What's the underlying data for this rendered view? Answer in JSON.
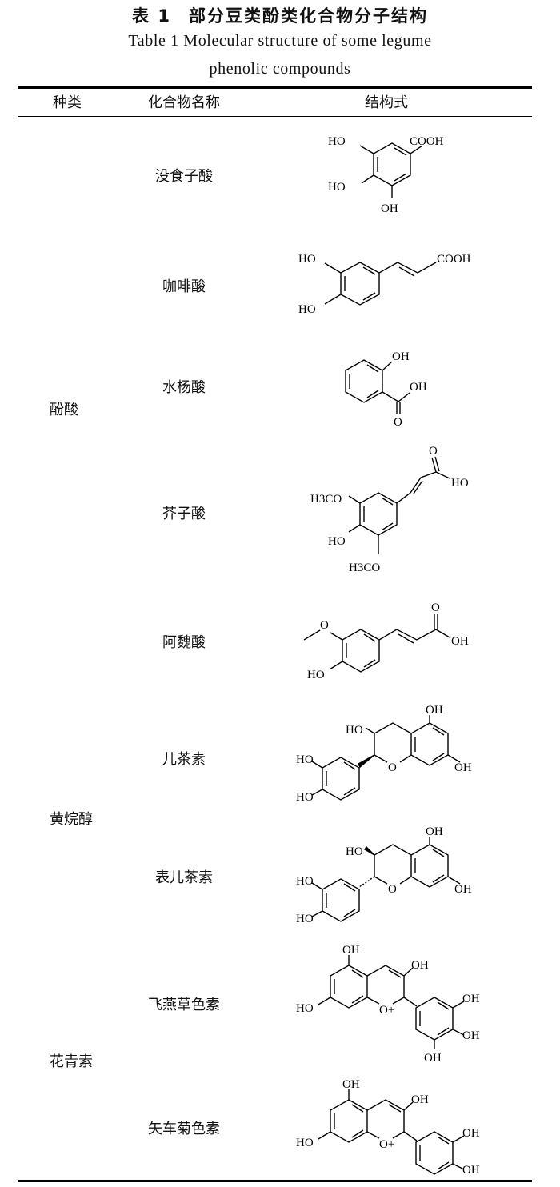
{
  "title": {
    "cn_number": "表 1",
    "cn_text": "部分豆类酚类化合物分子结构",
    "en_line1": "Table 1 Molecular structure of some legume",
    "en_line2": "phenolic compounds"
  },
  "headers": {
    "category": "种类",
    "compound": "化合物名称",
    "structure": "结构式"
  },
  "categories": [
    {
      "label": "酚酸"
    },
    {
      "label": "黄烷醇"
    },
    {
      "label": "花青素"
    }
  ],
  "compounds": [
    {
      "name": "没食子酸",
      "labels": [
        "HO",
        "COOH",
        "HO",
        "OH"
      ]
    },
    {
      "name": "咖啡酸",
      "labels": [
        "HO",
        "COOH",
        "HO"
      ]
    },
    {
      "name": "水杨酸",
      "labels": [
        "OH",
        "OH",
        "O"
      ]
    },
    {
      "name": "芥子酸",
      "labels": [
        "O",
        "HO",
        "H3CO",
        "HO",
        "H3CO"
      ]
    },
    {
      "name": "阿魏酸",
      "labels": [
        "O",
        "O",
        "OH",
        "HO"
      ]
    },
    {
      "name": "儿茶素",
      "labels": [
        "OH",
        "HO",
        "HO",
        "O",
        "OH",
        "HO"
      ]
    },
    {
      "name": "表儿茶素",
      "labels": [
        "OH",
        "HO",
        "HO",
        "O",
        "OH",
        "HO"
      ]
    },
    {
      "name": "飞燕草色素",
      "labels": [
        "OH",
        "OH",
        "HO",
        "O+",
        "OH",
        "OH",
        "OH"
      ]
    },
    {
      "name": "矢车菊色素",
      "labels": [
        "OH",
        "OH",
        "HO",
        "O+",
        "OH",
        "OH"
      ]
    }
  ]
}
